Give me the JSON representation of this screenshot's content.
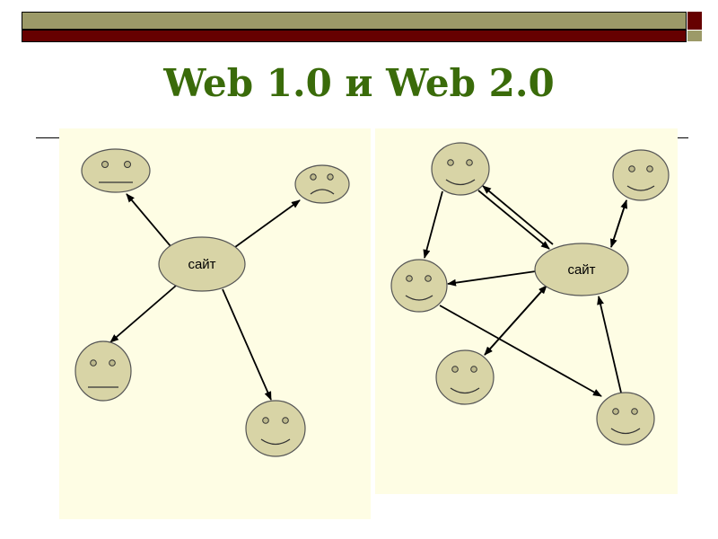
{
  "slide": {
    "title": "Web 1.0 и Web 2.0"
  },
  "diagram_web1": {
    "center_label": "сайт"
  },
  "diagram_web2": {
    "center_label": "сайт"
  },
  "colors": {
    "title": "#3a6b0a",
    "bar_olive": "#9c9a68",
    "bar_maroon": "#660000",
    "panel": "#fefde4",
    "node": "#d8d4a6"
  }
}
